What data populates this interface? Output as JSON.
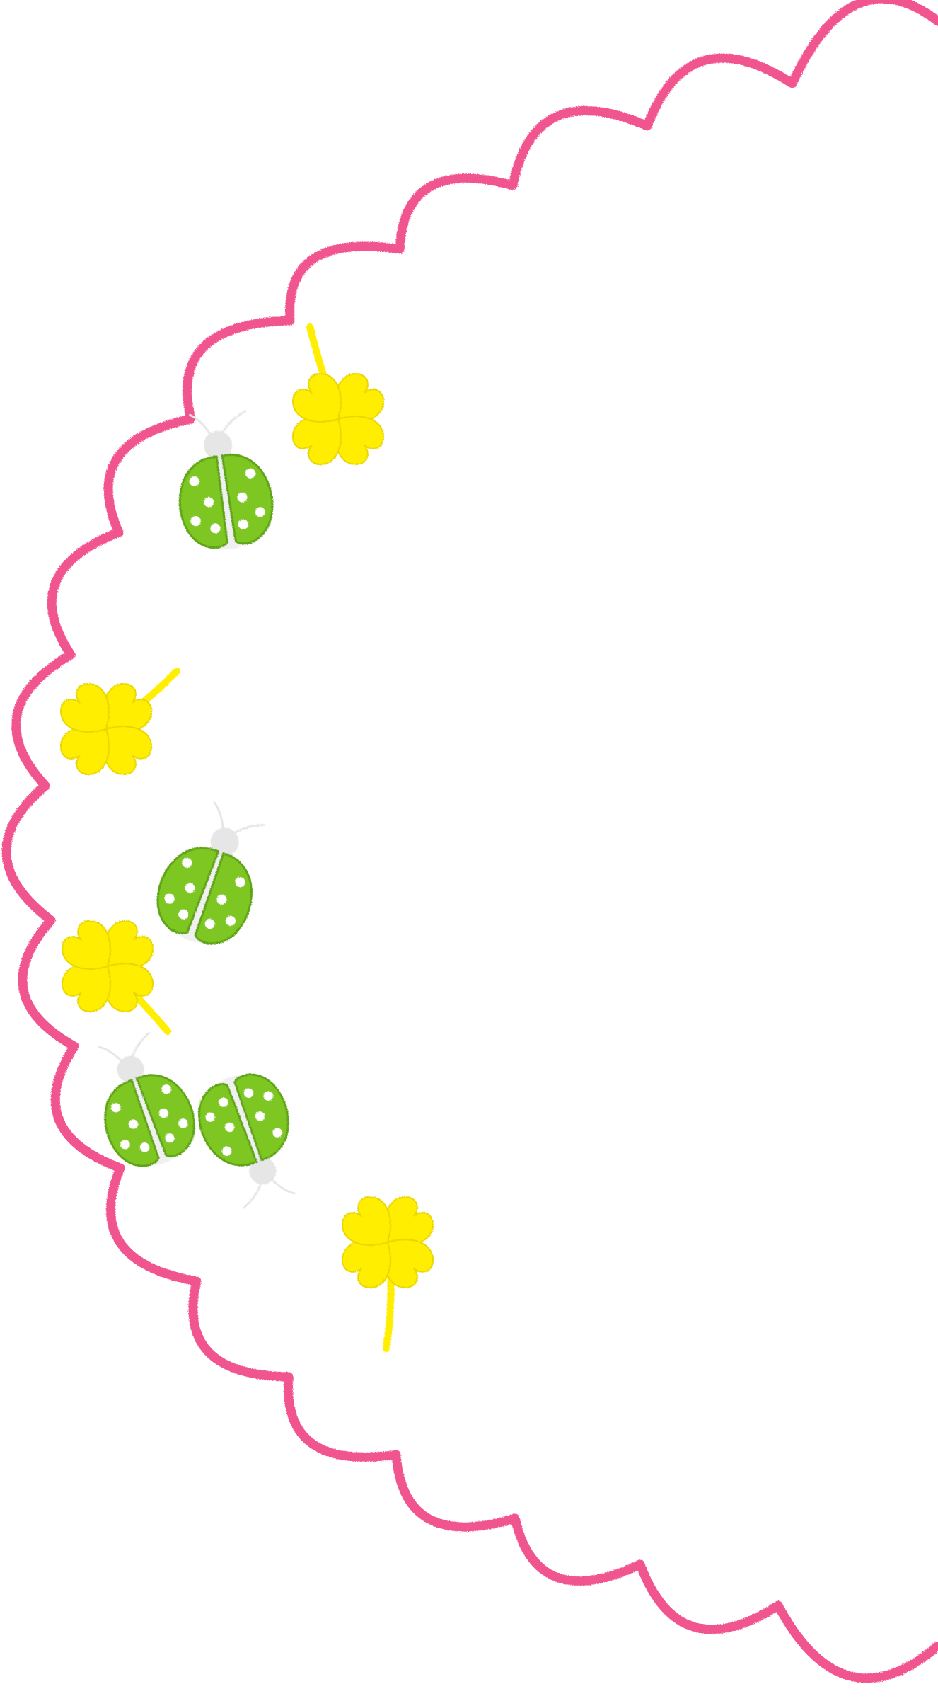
{
  "colors": {
    "border": "#f0558f",
    "clover": "#ffee00",
    "clover_shade": "#e8d600",
    "ladybug_shell": "#7ec623",
    "ladybug_shell_edge": "#5ea316",
    "ladybug_spot": "#ffffff",
    "ladybug_body": "#e6e6e6"
  },
  "decorations": {
    "border": "scalloped-pink-stitched-half-circle",
    "clover_icon": "four-leaf-clover-icon",
    "ladybug_icon": "ladybug-icon",
    "clover_count": 4,
    "ladybug_count": 4
  }
}
